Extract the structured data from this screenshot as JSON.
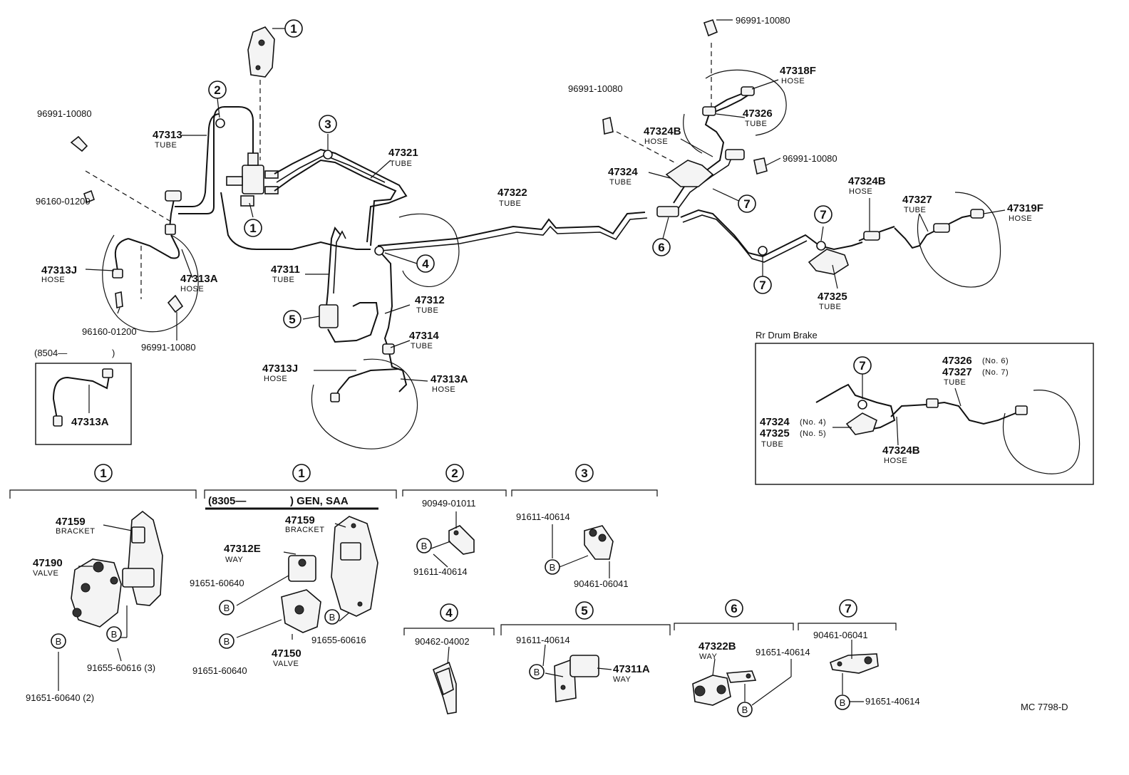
{
  "figure_code": "MC 7798-D",
  "callouts": {
    "c1": "1",
    "c2": "2",
    "c3": "3",
    "c4": "4",
    "c5": "5",
    "c6": "6",
    "c7": "7"
  },
  "labels": {
    "p47313": "47313",
    "p47313_sub": "TUBE",
    "p47313J": "47313J",
    "p47313J_sub": "HOSE",
    "p47313A": "47313A",
    "p47313A_sub": "HOSE",
    "p47313J_b": "47313J",
    "p47313J_b_sub": "HOSE",
    "p47313A_b": "47313A",
    "p47313A_b_sub": "HOSE",
    "p47321": "47321",
    "p47321_sub": "TUBE",
    "p47322": "47322",
    "p47322_sub": "TUBE",
    "p47311": "47311",
    "p47311_sub": "TUBE",
    "p47312": "47312",
    "p47312_sub": "TUBE",
    "p47314": "47314",
    "p47314_sub": "TUBE",
    "p47318F": "47318F",
    "p47318F_sub": "HOSE",
    "p47326": "47326",
    "p47326_sub": "TUBE",
    "p47324B": "47324B",
    "p47324B_sub": "HOSE",
    "p47324": "47324",
    "p47324_sub": "TUBE",
    "p47324B_r": "47324B",
    "p47324B_r_sub": "HOSE",
    "p47327": "47327",
    "p47327_sub": "TUBE",
    "p47319F": "47319F",
    "p47319F_sub": "HOSE",
    "p47325": "47325",
    "p47325_sub": "TUBE",
    "clip1": "96991-10080",
    "clip2": "96991-10080",
    "clip3": "96991-10080",
    "clip4": "96991-10080",
    "clip5": "96991-10080",
    "pin1": "96160-01200",
    "pin2": "96160-01200"
  },
  "inset_8504": {
    "title": "(8504—",
    "close": ")",
    "part": "47313A"
  },
  "drum_brake": {
    "title": "Rr Drum Brake",
    "p47326": "47326",
    "p47326_no": "(No. 6)",
    "p47327": "47327",
    "p47327_no": "(No. 7)",
    "tube_sub": "TUBE",
    "p47324": "47324",
    "p47324_no": "(No. 4)",
    "p47325": "47325",
    "p47325_no": "(No. 5)",
    "tube_sub2": "TUBE",
    "p47324B": "47324B",
    "p47324B_sub": "HOSE"
  },
  "details": {
    "d1": {
      "p47159": "47159",
      "p47159_sub": "BRACKET",
      "p47190": "47190",
      "p47190_sub": "VALVE",
      "bolt_b": "B",
      "n91655": "91655-60616 (3)",
      "n91651": "91651-60640 (2)"
    },
    "d1b": {
      "header_open": "(8305—",
      "header_rest": ") GEN, SAA",
      "p47159": "47159",
      "p47159_sub": "BRACKET",
      "p47312E": "47312E",
      "p47312E_sub": "WAY",
      "n91651a": "91651-60640",
      "n91655": "91655-60616",
      "p47150": "47150",
      "p47150_sub": "VALVE",
      "n91651b": "91651-60640"
    },
    "d2": {
      "n90949": "90949-01011",
      "n91611": "91611-40614"
    },
    "d3": {
      "n91611": "91611-40614",
      "n90461": "90461-06041"
    },
    "d4": {
      "n90462": "90462-04002"
    },
    "d5": {
      "n91611": "91611-40614",
      "p47311A": "47311A",
      "p47311A_sub": "WAY"
    },
    "d6": {
      "p47322B": "47322B",
      "p47322B_sub": "WAY",
      "n91651": "91651-40614"
    },
    "d7": {
      "n90461": "90461-06041",
      "n91651": "91651-40614"
    }
  },
  "bolt_letter": "B"
}
